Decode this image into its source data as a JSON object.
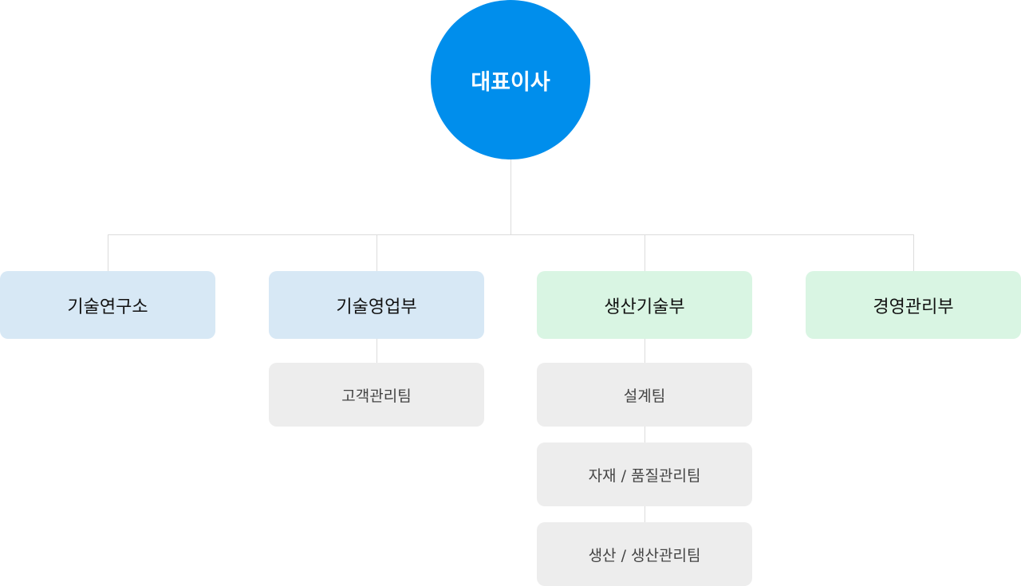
{
  "colors": {
    "ceo_fill": "#008eec",
    "dept_blue": "#d7e8f5",
    "dept_green": "#d9f5e3",
    "team_fill": "#ededed",
    "connector": "#dcdcdc"
  },
  "ceo": {
    "label": "대표이사"
  },
  "departments": [
    {
      "label": "기술연구소",
      "teams": []
    },
    {
      "label": "기술영업부",
      "teams": [
        "고객관리팀"
      ]
    },
    {
      "label": "생산기술부",
      "teams": [
        "설계팀",
        "자재 / 품질관리팀",
        "생산 / 생산관리팀"
      ]
    },
    {
      "label": "경영관리부",
      "teams": []
    }
  ]
}
